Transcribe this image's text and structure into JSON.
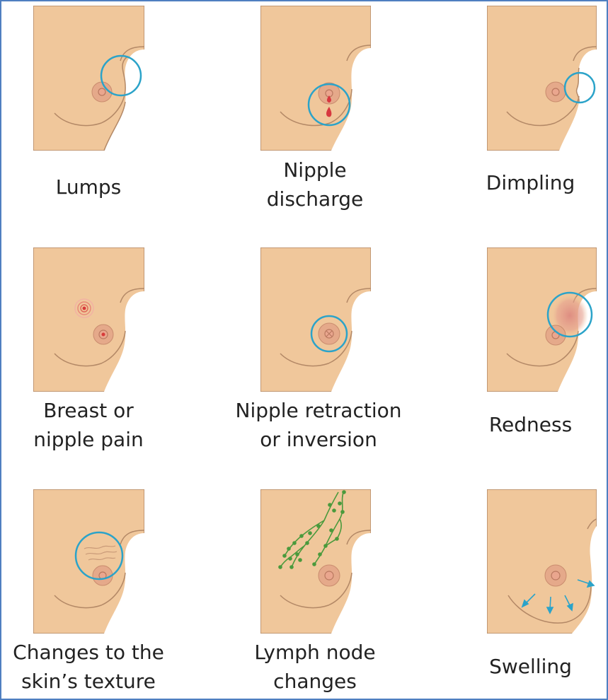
{
  "colors": {
    "skin": "#f0c79b",
    "outline": "#b38866",
    "areola": "#e5a98a",
    "nipple": "#eaa68e",
    "highlight_circle": "#2ba3c9",
    "discharge": "#d7383f",
    "pain": "#d83a3a",
    "redness": "#dd8a80",
    "lymph": "#4a9a3c",
    "arrow": "#2ba3c9",
    "frame_border": "#4f7fc0"
  },
  "symptoms": [
    {
      "id": "lumps",
      "lines": [
        "Lumps"
      ]
    },
    {
      "id": "nipple-discharge",
      "lines": [
        "Nipple",
        "discharge"
      ]
    },
    {
      "id": "dimpling",
      "lines": [
        "Dimpling"
      ]
    },
    {
      "id": "pain",
      "lines": [
        "Breast or",
        "nipple pain"
      ]
    },
    {
      "id": "retraction",
      "lines": [
        "Nipple retraction",
        "or inversion"
      ]
    },
    {
      "id": "redness",
      "lines": [
        "Redness"
      ]
    },
    {
      "id": "skin-texture",
      "lines": [
        "Changes to the",
        "skin’s texture"
      ]
    },
    {
      "id": "lymph-node",
      "lines": [
        "Lymph node",
        "changes"
      ]
    },
    {
      "id": "swelling",
      "lines": [
        "Swelling"
      ]
    }
  ]
}
